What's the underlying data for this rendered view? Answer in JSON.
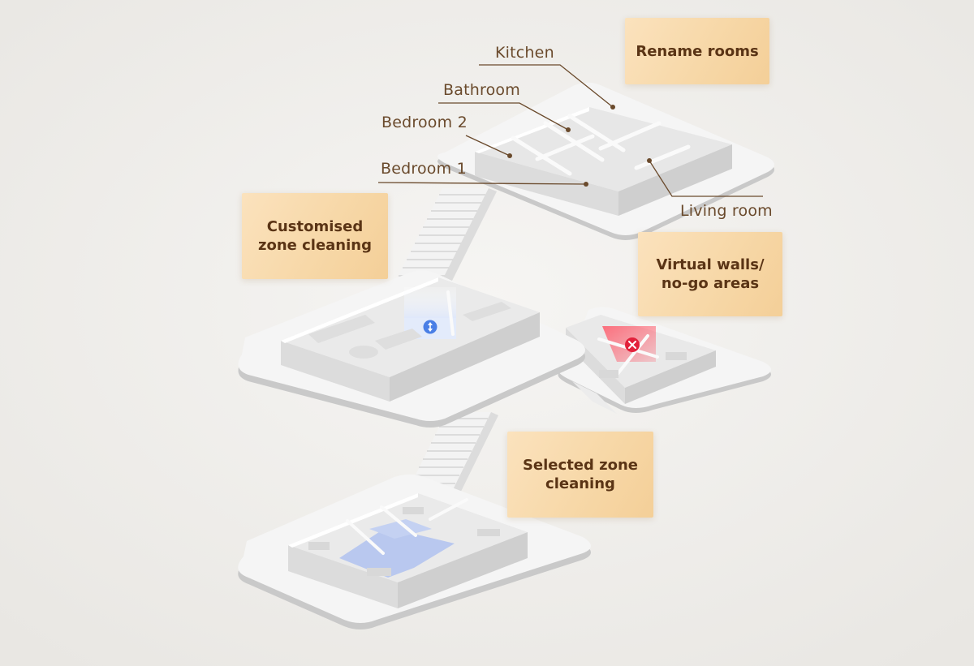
{
  "room_labels": {
    "kitchen": "Kitchen",
    "bathroom": "Bathroom",
    "bedroom_2": "Bedroom 2",
    "bedroom_1": "Bedroom 1",
    "living_room": "Living room"
  },
  "feature_cards": {
    "rename_rooms": "Rename rooms",
    "customised_zone": {
      "line1": "Customised",
      "line2": "zone cleaning"
    },
    "virtual_walls": {
      "line1": "Virtual walls/",
      "line2": "no-go areas"
    },
    "selected_zone": {
      "line1": "Selected zone",
      "line2": "cleaning"
    }
  },
  "colors": {
    "background": "#efedea",
    "card_fill": "#f7d8a8",
    "card_text": "#5a3415",
    "label_text": "#6a4a2c",
    "leader_line": "#6a4a2c",
    "zone_marker": "#4a7fe6",
    "no_go_marker": "#e2213b",
    "selected_zone_fill": "#b9c8ef"
  },
  "icons": {
    "zone_marker": "resize-arrows-icon",
    "no_go_marker": "close-x-icon"
  }
}
